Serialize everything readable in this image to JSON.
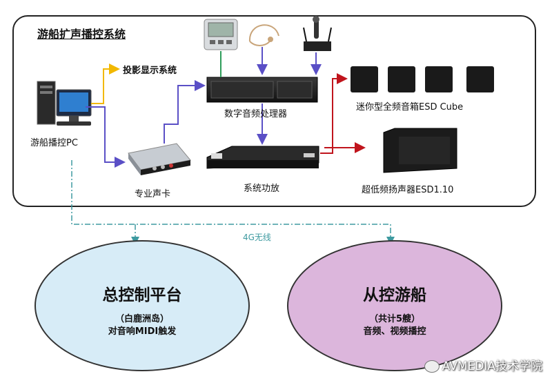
{
  "diagram": {
    "title": "游船扩声播控系统",
    "nodes": {
      "pc": "游船播控PC",
      "projection": "投影显示系统",
      "soundcard": "专业声卡",
      "dsp": "数字音频处理器",
      "amp": "系统功放",
      "cube_speakers": "迷你型全频音箱ESD Cube",
      "subwoofer": "超低频扬声器ESD1.10"
    },
    "wireless_label": "4G无线",
    "central": {
      "title": "总控制平台",
      "line1": "（白鹿洲岛）",
      "line2": "对音响MIDI触发"
    },
    "slave": {
      "title": "从控游船",
      "line1": "（共计5艘）",
      "line2": "音频、视频播控"
    },
    "watermark": "AVMEDIA技术学院",
    "colors": {
      "audio_link": "#5a4fc6",
      "video_link": "#f2b800",
      "control_link": "#2e9c5a",
      "speaker_link": "#c0141c",
      "wireless_link": "#3e9aa0",
      "central_fill": "#d7ecf7",
      "slave_fill": "#dcb6dc"
    }
  }
}
